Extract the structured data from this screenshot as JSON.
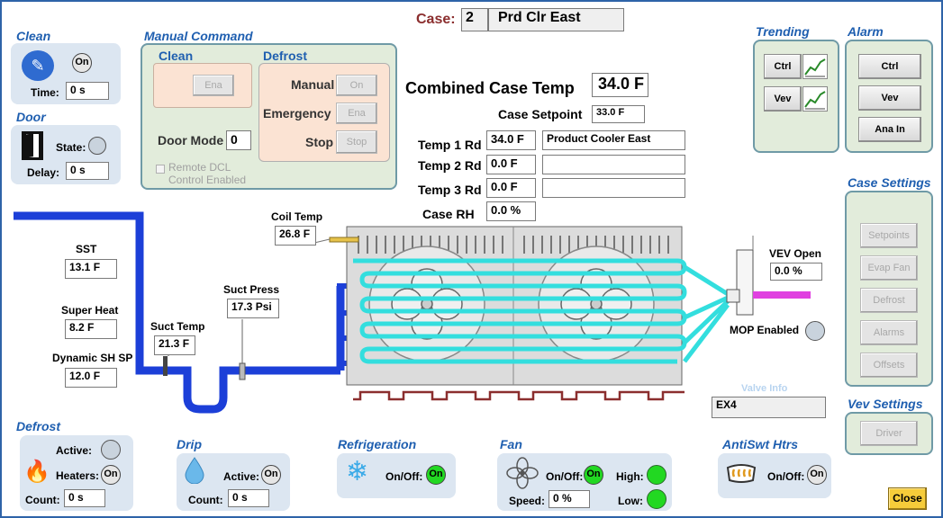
{
  "header": {
    "case_label": "Case:",
    "case_number": "2",
    "case_name": "Prd Clr East"
  },
  "clean": {
    "title": "Clean",
    "status": "On",
    "time_label": "Time:",
    "time_value": "0 s"
  },
  "door": {
    "title": "Door",
    "state_label": "State:",
    "delay_label": "Delay:",
    "delay_value": "0 s"
  },
  "manual_command": {
    "title": "Manual Command",
    "clean_title": "Clean",
    "clean_ena": "Ena",
    "defrost_title": "Defrost",
    "manual_label": "Manual",
    "manual_btn": "On",
    "emergency_label": "Emergency",
    "emergency_btn": "Ena",
    "stop_label": "Stop",
    "stop_btn": "Stop",
    "door_mode_label": "Door Mode",
    "door_mode_value": "0",
    "remote_dcl": "Remote DCL",
    "control_enabled": "Control Enabled"
  },
  "combined": {
    "title": "Combined Case Temp",
    "value": "34.0 F",
    "setpoint_label": "Case Setpoint",
    "setpoint_value": "33.0 F",
    "temps": [
      {
        "label": "Temp 1 Rd",
        "value": "34.0 F",
        "name": "Product Cooler East"
      },
      {
        "label": "Temp 2 Rd",
        "value": "0.0 F",
        "name": ""
      },
      {
        "label": "Temp 3 Rd",
        "value": "0.0 F",
        "name": ""
      }
    ],
    "rh_label": "Case RH",
    "rh_value": "0.0 %"
  },
  "trending": {
    "title": "Trending",
    "ctrl": "Ctrl",
    "vev": "Vev"
  },
  "alarm": {
    "title": "Alarm",
    "ctrl": "Ctrl",
    "vev": "Vev",
    "ana_in": "Ana In"
  },
  "case_settings": {
    "title": "Case Settings",
    "buttons": [
      "Setpoints",
      "Evap Fan",
      "Defrost",
      "Alarms",
      "Offsets"
    ]
  },
  "vev_settings": {
    "title": "Vev Settings",
    "driver": "Driver"
  },
  "readings": {
    "sst_label": "SST",
    "sst": "13.1 F",
    "superheat_label": "Super Heat",
    "superheat": "8.2 F",
    "dyn_label": "Dynamic SH SP",
    "dyn": "12.0 F",
    "suct_temp_label": "Suct Temp",
    "suct_temp": "21.3 F",
    "suct_press_label": "Suct Press",
    "suct_press": "17.3 Psi",
    "coil_label": "Coil Temp",
    "coil": "26.8 F",
    "vev_open_label": "VEV Open",
    "vev_open": "0.0 %",
    "mop_label": "MOP Enabled",
    "valve_info_label": "Valve Info",
    "valve_info": "EX4"
  },
  "defrost_status": {
    "title": "Defrost",
    "active_label": "Active:",
    "heaters_label": "Heaters:",
    "heaters": "On",
    "count_label": "Count:",
    "count": "0 s"
  },
  "drip": {
    "title": "Drip",
    "active_label": "Active:",
    "active": "On",
    "count_label": "Count:",
    "count": "0 s"
  },
  "refrigeration": {
    "title": "Refrigeration",
    "onoff_label": "On/Off:",
    "onoff": "On"
  },
  "fan": {
    "title": "Fan",
    "onoff_label": "On/Off:",
    "onoff": "On",
    "speed_label": "Speed:",
    "speed": "0 %",
    "high_label": "High:",
    "low_label": "Low:"
  },
  "antisweat": {
    "title": "AntiSwt Htrs",
    "onoff_label": "On/Off:",
    "onoff": "On"
  },
  "close_label": "Close",
  "colors": {
    "accent": "#1f5fb0",
    "pipe_blue": "#1c3fd8",
    "pipe_cyan": "#33dede",
    "magenta": "#e040e0",
    "on_green": "#22d822"
  }
}
